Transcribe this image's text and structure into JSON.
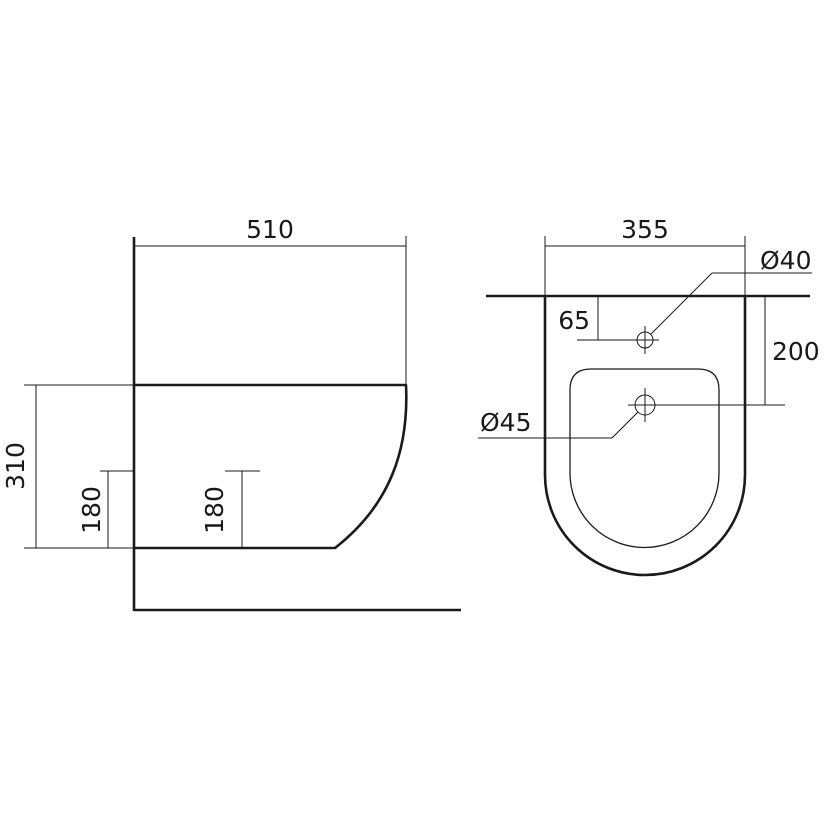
{
  "drawing": {
    "side_view": {
      "depth": "510",
      "height": "310",
      "inlet_height_wall": "180",
      "inlet_height_center": "180"
    },
    "top_view": {
      "width": "355",
      "tap_hole": "Ø40",
      "tap_offset": "65",
      "drain_offset": "200",
      "drain_hole": "Ø45"
    }
  },
  "colors": {
    "line": "#1a1a1a",
    "background": "#ffffff"
  }
}
